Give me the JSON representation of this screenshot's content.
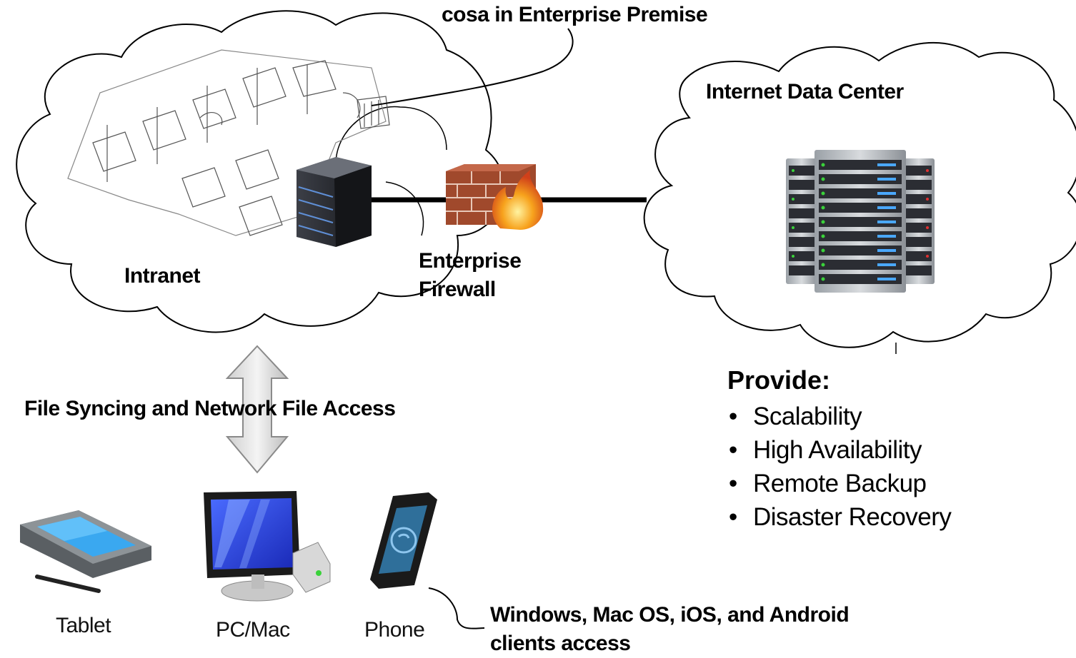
{
  "callout_premise": "cosa in Enterprise Premise",
  "cloud_intranet": {
    "label": "Intranet"
  },
  "cloud_datacenter": {
    "label": "Internet Data Center"
  },
  "firewall": {
    "line1": "Enterprise",
    "line2": "Firewall"
  },
  "sync_arrow": {
    "label": "File Syncing and Network File Access"
  },
  "provide": {
    "title": "Provide:",
    "items": [
      "Scalability",
      "High Availability",
      "Remote Backup",
      "Disaster Recovery"
    ]
  },
  "devices": [
    {
      "label": "Tablet",
      "icon": "tablet-icon"
    },
    {
      "label": "PC/Mac",
      "icon": "pc-icon"
    },
    {
      "label": "Phone",
      "icon": "phone-icon"
    }
  ],
  "clients_note": {
    "line1": "Windows, Mac OS, iOS, and Android",
    "line2": "clients access"
  },
  "colors": {
    "firewall_brick": "#a0492c",
    "flame": "#f08a1c",
    "screen": "#2a3fd6",
    "server": "#2b2d33"
  }
}
